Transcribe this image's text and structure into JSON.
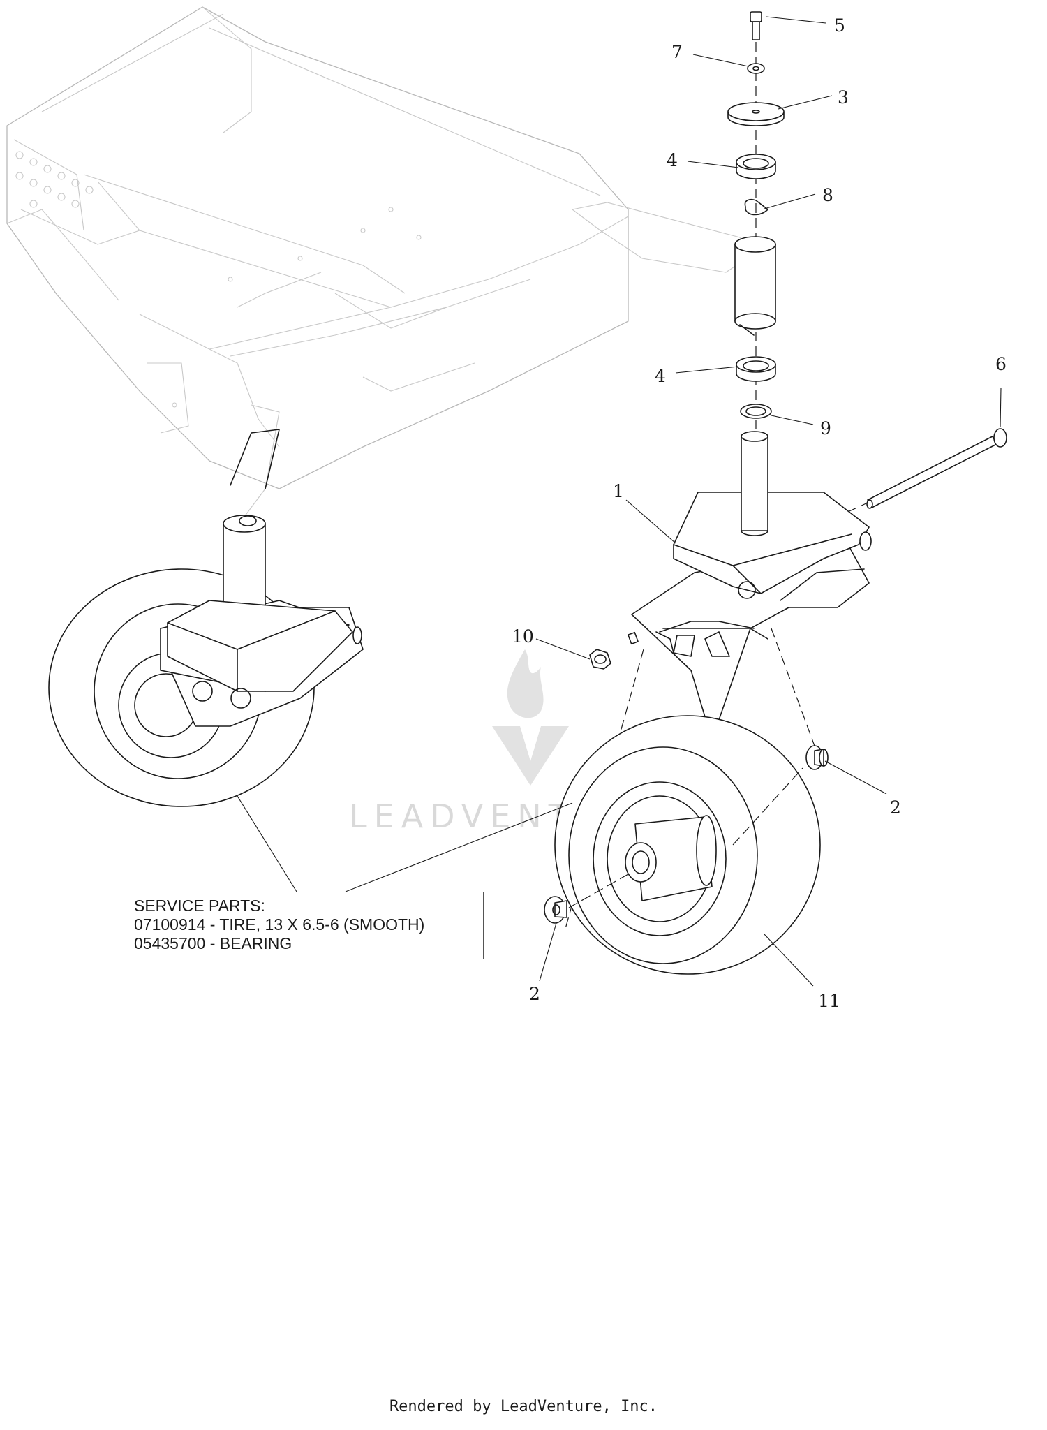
{
  "callouts": [
    {
      "id": "5",
      "label": "5"
    },
    {
      "id": "7",
      "label": "7"
    },
    {
      "id": "3",
      "label": "3"
    },
    {
      "id": "4a",
      "label": "4"
    },
    {
      "id": "8",
      "label": "8"
    },
    {
      "id": "4b",
      "label": "4"
    },
    {
      "id": "6",
      "label": "6"
    },
    {
      "id": "9",
      "label": "9"
    },
    {
      "id": "1",
      "label": "1"
    },
    {
      "id": "10",
      "label": "10"
    },
    {
      "id": "2a",
      "label": "2"
    },
    {
      "id": "2b",
      "label": "2"
    },
    {
      "id": "11",
      "label": "11"
    }
  ],
  "service_parts": {
    "heading": "SERVICE PARTS:",
    "lines": [
      "07100914 - TIRE, 13 X 6.5-6 (SMOOTH)",
      "05435700 - BEARING"
    ]
  },
  "watermark": "LEADVENTURE",
  "footer": "Rendered by LeadVenture, Inc."
}
